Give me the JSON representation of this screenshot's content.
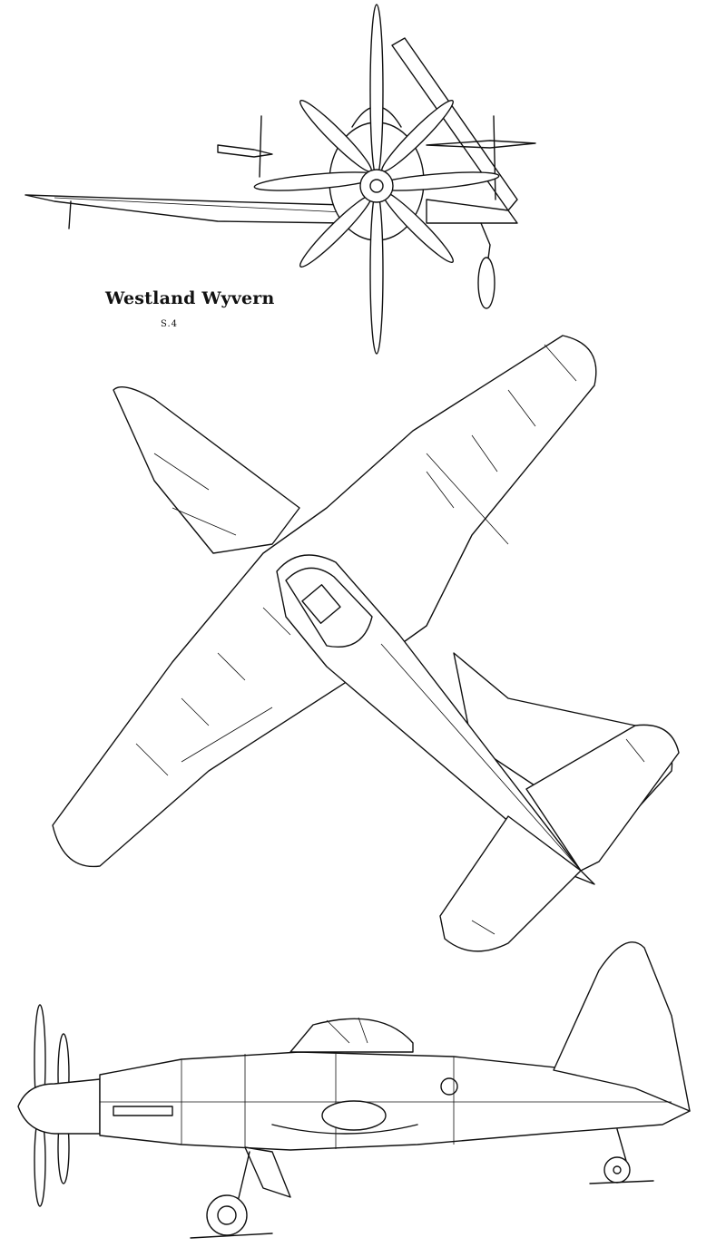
{
  "drawing": {
    "title": "Westland Wyvern",
    "variant": "S.4",
    "line_color": "#111111",
    "background": "#ffffff"
  },
  "views": [
    {
      "name": "front-view"
    },
    {
      "name": "plan-view"
    },
    {
      "name": "side-view"
    }
  ]
}
